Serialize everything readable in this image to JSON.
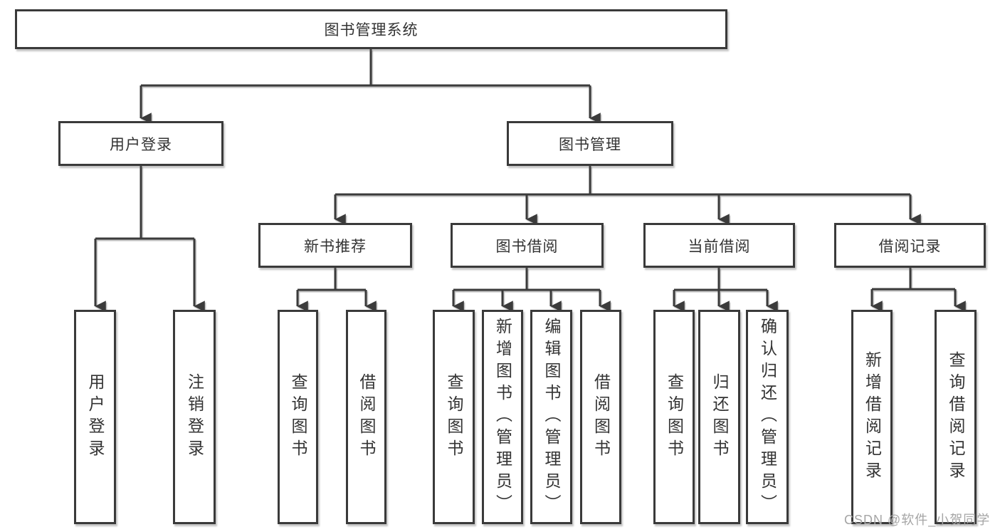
{
  "tree": {
    "root": {
      "label": "图书管理系统",
      "children": [
        {
          "label": "用户登录",
          "children": [
            {
              "label": "用户登录"
            },
            {
              "label": "注销登录"
            }
          ]
        },
        {
          "label": "图书管理",
          "children": [
            {
              "label": "新书推荐",
              "children": [
                {
                  "label": "查询图书"
                },
                {
                  "label": "借阅图书"
                }
              ]
            },
            {
              "label": "图书借阅",
              "children": [
                {
                  "label": "查询图书"
                },
                {
                  "label": "新增图书（管理员）"
                },
                {
                  "label": "编辑图书（管理员）"
                },
                {
                  "label": "借阅图书"
                }
              ]
            },
            {
              "label": "当前借阅",
              "children": [
                {
                  "label": "查询图书"
                },
                {
                  "label": "归还图书"
                },
                {
                  "label": "确认归还（管理员）"
                }
              ]
            },
            {
              "label": "借阅记录",
              "children": [
                {
                  "label": "新增借阅记录"
                },
                {
                  "label": "查询借阅记录"
                }
              ]
            }
          ]
        }
      ]
    }
  },
  "watermark": "CSDN @软件_小贺同学",
  "colors": {
    "line": "#3a3a3a",
    "text": "#333333",
    "watermark": "#a5a5a5",
    "background": "#ffffff"
  }
}
